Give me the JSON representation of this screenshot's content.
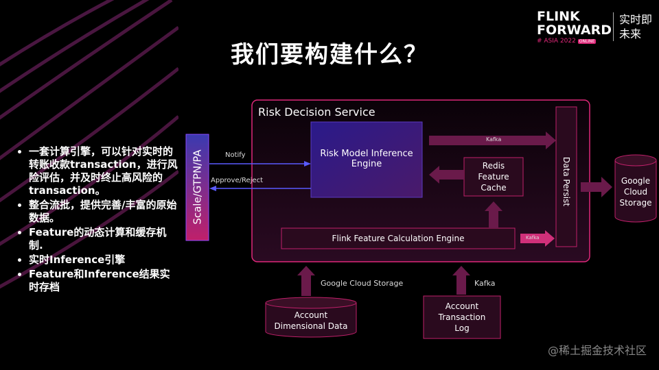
{
  "title": "我们要构建什么？",
  "logo": {
    "line1": "FLINK",
    "line2": "FORWARD",
    "sub": "# ASIA 2022",
    "badge": "ONLINE",
    "cn_top": "实时即",
    "cn_bottom": "未来"
  },
  "bullets": [
    "一套计算引擎，可以针对实时的转账收款transaction，进行风险评估，并及时终止高风险的transaction。",
    "整合流批，提供完善/丰富的原始数据。",
    "Feature的动态计算和缓存机制.",
    "实时Inference引擎",
    "Feature和Inference结果实时存档"
  ],
  "diagram": {
    "scale_box": "Scale/GTPN/PA",
    "notify": "Notify",
    "approve_reject": "Approve/Reject",
    "service_title": "Risk Decision Service",
    "inference_line1": "Risk Model Inference",
    "inference_line2": "Engine",
    "kafka_top": "Kafka",
    "redis_line1": "Redis",
    "redis_line2": "Feature",
    "redis_line3": "Cache",
    "data_persist": "Data Persist",
    "flink_engine": "Flink Feature Calculation Engine",
    "kafka_arrow": "Kafka",
    "google_storage_line1": "Google",
    "google_storage_line2": "Cloud",
    "google_storage_line3": "Storage",
    "gcs_label": "Google Cloud Storage",
    "kafka_label": "Kafka",
    "account_dim_line1": "Account",
    "account_dim_line2": "Dimensional Data",
    "account_tx_line1": "Account",
    "account_tx_line2": "Transaction",
    "account_tx_line3": "Log"
  },
  "watermark": "@稀土掘金技术社区",
  "colors": {
    "accent": "#e0287a",
    "purple": "#3a1a78",
    "box": "#3a0f26"
  }
}
